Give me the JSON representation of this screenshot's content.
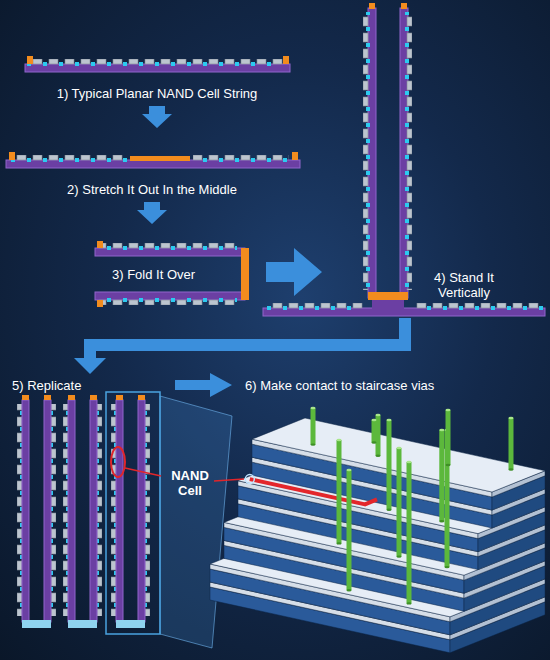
{
  "diagram": {
    "labels": [
      "1) Typical Planar NAND Cell String",
      "2) Stretch It Out In the Middle",
      "3) Fold It Over",
      "4) Stand It Vertically",
      "5) Replicate",
      "6) Make contact to staircase vias",
      "NAND Cell"
    ]
  }
}
